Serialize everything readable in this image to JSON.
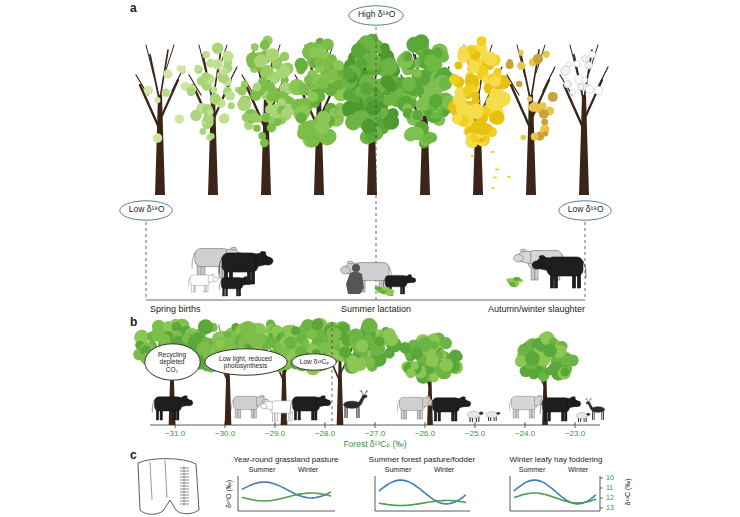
{
  "diagram": {
    "nodes": [
      {
        "text": [
          "High δ¹⁸O"
        ]
      },
      {
        "text": [
          "Low δ¹⁸O"
        ]
      },
      {
        "text": [
          "Low δ¹⁸O"
        ]
      },
      {
        "text": [
          "Recycling depleted CO₂"
        ]
      },
      {
        "text": [
          "Low light, reduced photosynthesis"
        ]
      },
      {
        "text": [
          "Low δ¹³Cₚ"
        ]
      }
    ],
    "labels": [
      "a",
      "Spring births",
      "Summer lactation",
      "Autumn/winter slaughter",
      "b",
      "−31.0",
      "−30.0",
      "−29.0",
      "−28.0",
      "−27.0",
      "−26.0",
      "−25.0",
      "−24.0",
      "−23.0",
      "Forest δ¹³Cₚ (‰)",
      "c",
      "Year-round grassland pasture",
      "Summer",
      "Winter",
      "Summer forest pasture/fodder",
      "Summer",
      "Winter",
      "Winter leafy hay foddering",
      "Summer",
      "Winter",
      "δ¹⁸O (‰)",
      "δ¹³C (‰)",
      "10",
      "11",
      "12",
      "13"
    ]
  }
}
